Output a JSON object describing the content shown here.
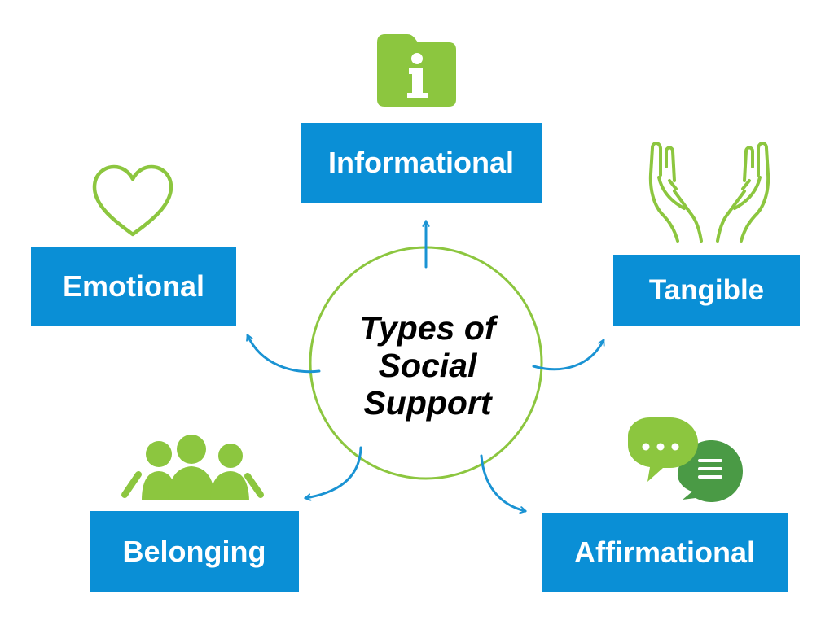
{
  "center": {
    "line1": "Types of",
    "line2": "Social",
    "line3": "Support"
  },
  "nodes": {
    "informational": "Informational",
    "emotional": "Emotional",
    "tangible": "Tangible",
    "belonging": "Belonging",
    "affirmational": "Affirmational"
  },
  "icons": {
    "informational": "info-folder-icon",
    "emotional": "heart-icon",
    "tangible": "open-hands-icon",
    "belonging": "group-people-icon",
    "affirmational": "speech-bubbles-icon"
  },
  "colors": {
    "box": "#0a8fd6",
    "arrow": "#1a93d3",
    "circle": "#8cc63f",
    "icon_green": "#8cc63f",
    "icon_dark_green": "#4a9a45"
  }
}
